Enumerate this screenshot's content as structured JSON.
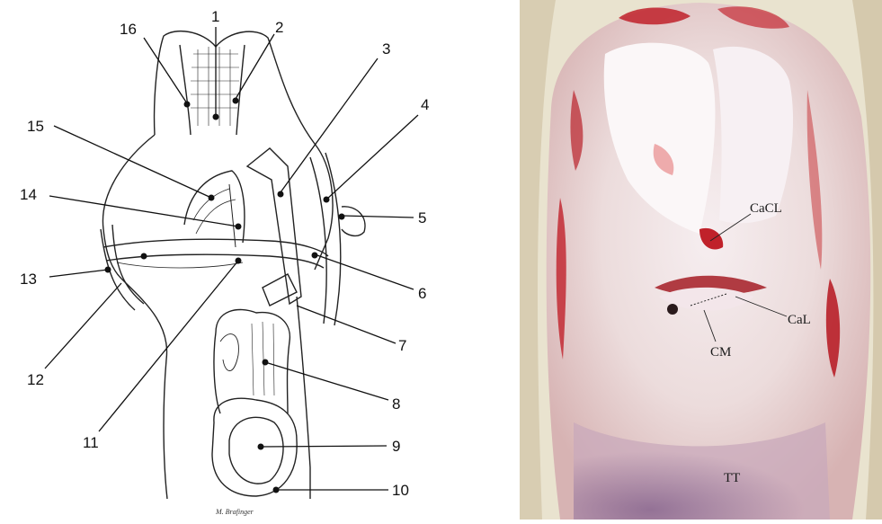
{
  "left_diagram": {
    "labels": [
      "1",
      "2",
      "3",
      "4",
      "5",
      "6",
      "7",
      "8",
      "9",
      "10",
      "11",
      "12",
      "13",
      "14",
      "15",
      "16"
    ],
    "signature": "M. Brafinger"
  },
  "right_photo": {
    "labels": [
      "CaCL",
      "CaL",
      "CM",
      "TT"
    ]
  },
  "colors": {
    "ink": "#111111",
    "photo_tissue": "#e8d6d3",
    "photo_blood": "#c0212a",
    "photo_cartilage": "#f4eef0"
  }
}
